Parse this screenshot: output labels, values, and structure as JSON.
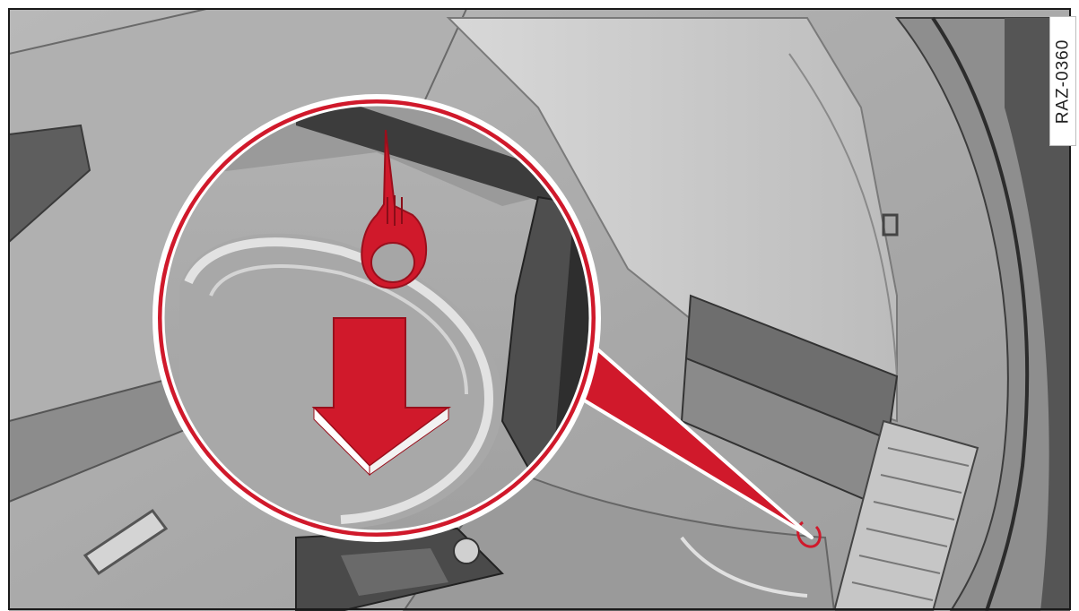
{
  "figure": {
    "reference_code": "RAZ-0360",
    "description_icons": [
      "detail-magnifier",
      "release-ring-tool",
      "push-down-arrow",
      "luggage-compartment-panel"
    ]
  },
  "colors": {
    "accent": "#d0192b",
    "accent_dark": "#9a0f1c",
    "panel_light": "#c4c4c4",
    "panel_mid": "#a6a6a6",
    "panel_dark": "#5a5a5a",
    "frame": "#1a1a1a"
  }
}
